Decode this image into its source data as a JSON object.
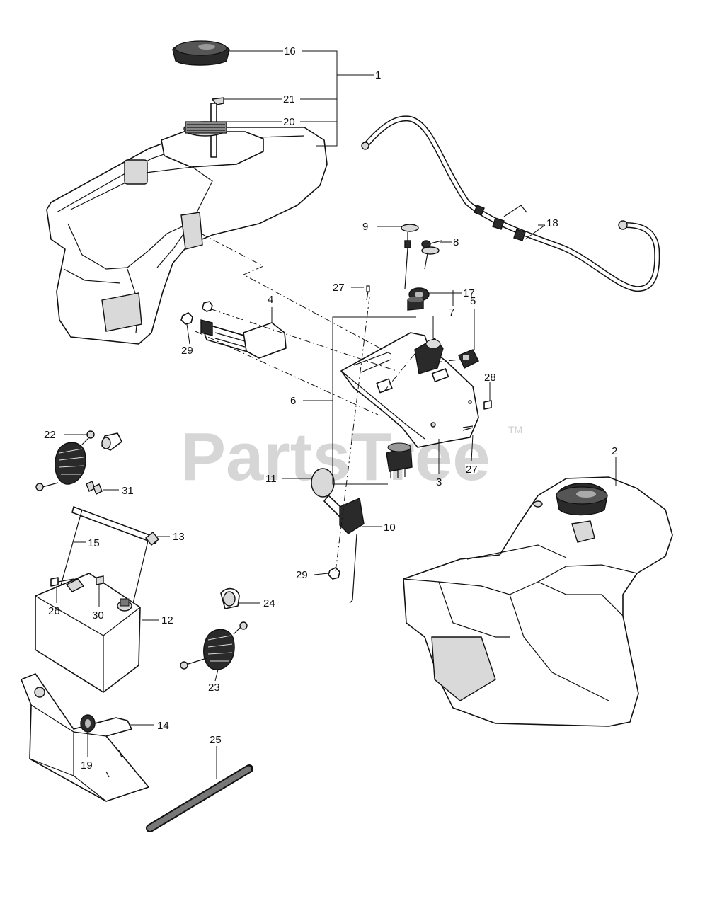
{
  "watermark": {
    "text": "PartsTree",
    "trademark": "TM"
  },
  "callouts": {
    "c1": "1",
    "c2": "2",
    "c3": "3",
    "c4": "4",
    "c5": "5",
    "c6": "6",
    "c7": "7",
    "c8": "8",
    "c9": "9",
    "c10": "10",
    "c11": "11",
    "c12": "12",
    "c13": "13",
    "c14": "14",
    "c15": "15",
    "c16": "16",
    "c17": "17",
    "c18": "18",
    "c19": "19",
    "c20": "20",
    "c21": "21",
    "c22": "22",
    "c23": "23",
    "c24": "24",
    "c25": "25",
    "c26": "26",
    "c27a": "27",
    "c27b": "27",
    "c28": "28",
    "c29a": "29",
    "c29b": "29",
    "c30": "30",
    "c31": "31"
  }
}
